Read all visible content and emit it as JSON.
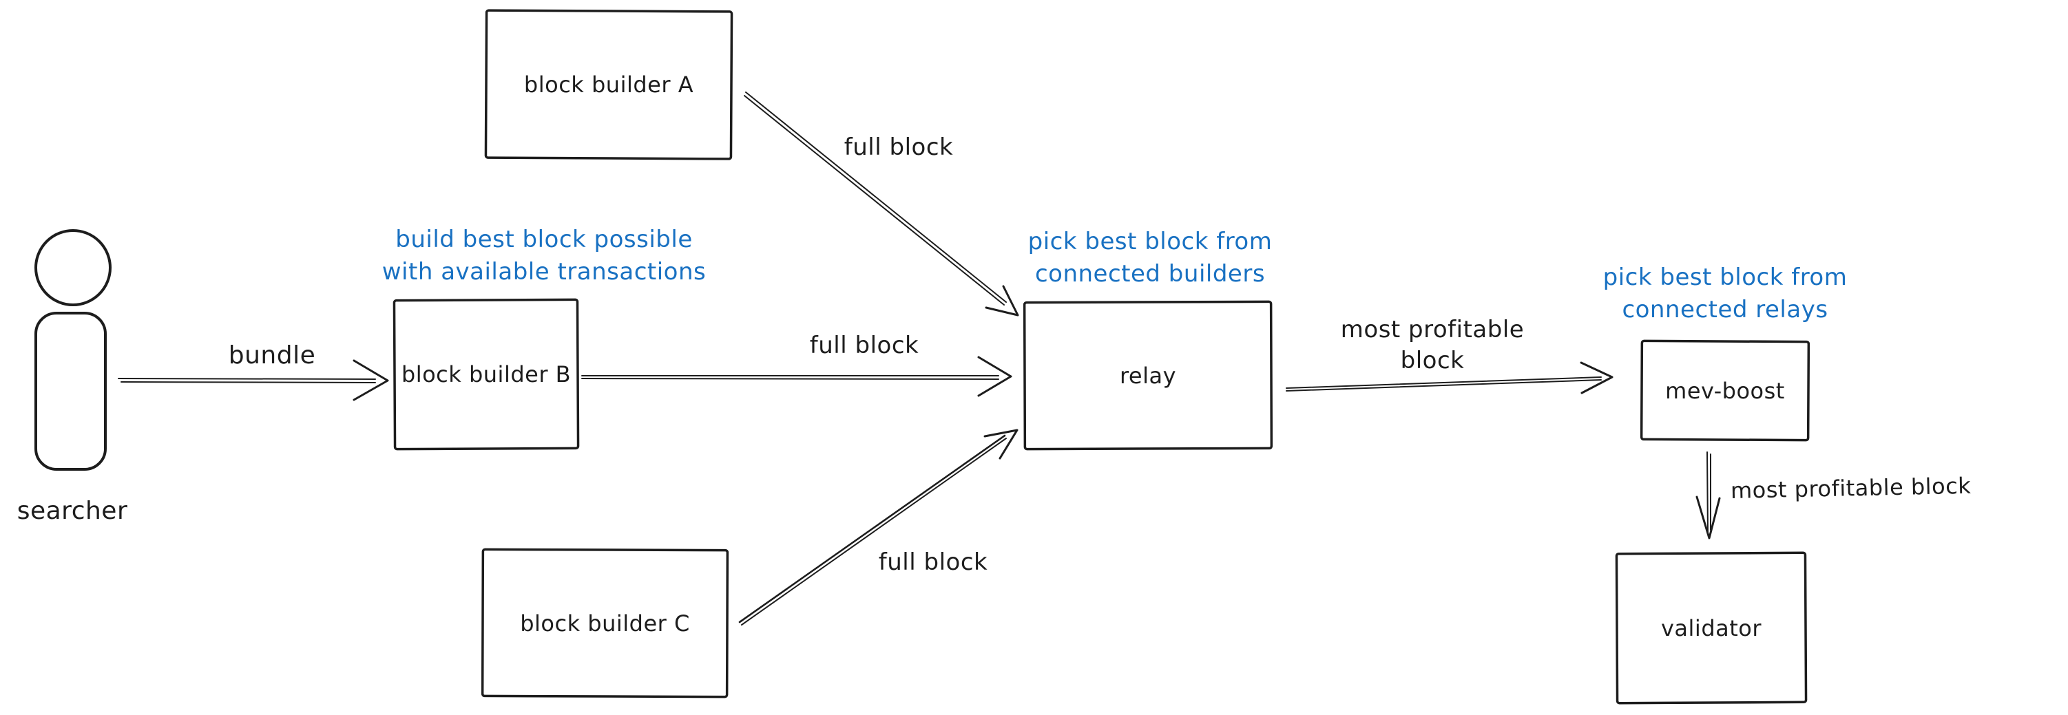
{
  "diagram": {
    "title": "mev-boost block flow (hand-drawn diagram)",
    "colors": {
      "ink": "#1d1d1d",
      "annotation_blue": "#1971c2",
      "background": "#ffffff"
    },
    "nodes": {
      "searcher": {
        "label": "searcher"
      },
      "builder_a": {
        "label": "block builder A"
      },
      "builder_b": {
        "label": "block builder B"
      },
      "builder_c": {
        "label": "block builder C"
      },
      "relay": {
        "label": "relay"
      },
      "mev_boost": {
        "label": "mev-boost"
      },
      "validator": {
        "label": "validator"
      }
    },
    "edge_labels": {
      "bundle": "bundle",
      "full_block_a": "full block",
      "full_block_b": "full block",
      "full_block_c": "full block",
      "most_profitable_line1": "most profitable",
      "most_profitable_line2": "block",
      "most_profitable_block": "most profitable block"
    },
    "annotations": {
      "builder_note_line1": "build best block possible",
      "builder_note_line2": "with available transactions",
      "relay_note_line1": "pick best block from",
      "relay_note_line2": "connected builders",
      "mev_note_line1": "pick best block from",
      "mev_note_line2": "connected relays"
    }
  }
}
